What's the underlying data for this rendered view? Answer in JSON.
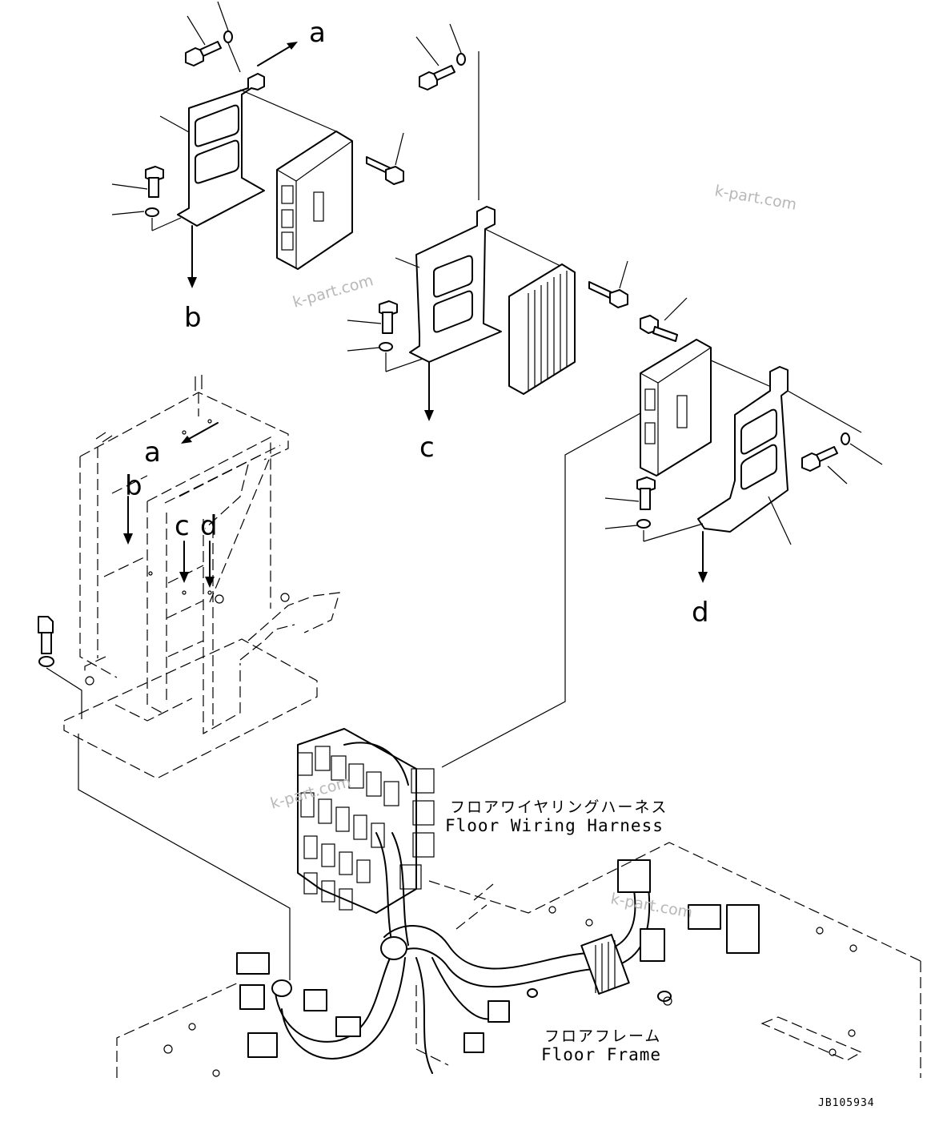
{
  "callouts": {
    "a_top": "a",
    "b_top": "b",
    "c_top": "c",
    "d_top": "d",
    "a_frame": "a",
    "b_frame": "b",
    "c_frame": "c",
    "d_frame": "d"
  },
  "labels": {
    "floor_harness_jp": "フロアワイヤリングハーネス",
    "floor_harness_en": "Floor Wiring Harness",
    "floor_frame_jp": "フロアフレーム",
    "floor_frame_en": "Floor Frame"
  },
  "watermarks": [
    "k-part.com",
    "k-part.com",
    "k-part.com",
    "k-part.com"
  ],
  "drawing_code": "JB105934"
}
